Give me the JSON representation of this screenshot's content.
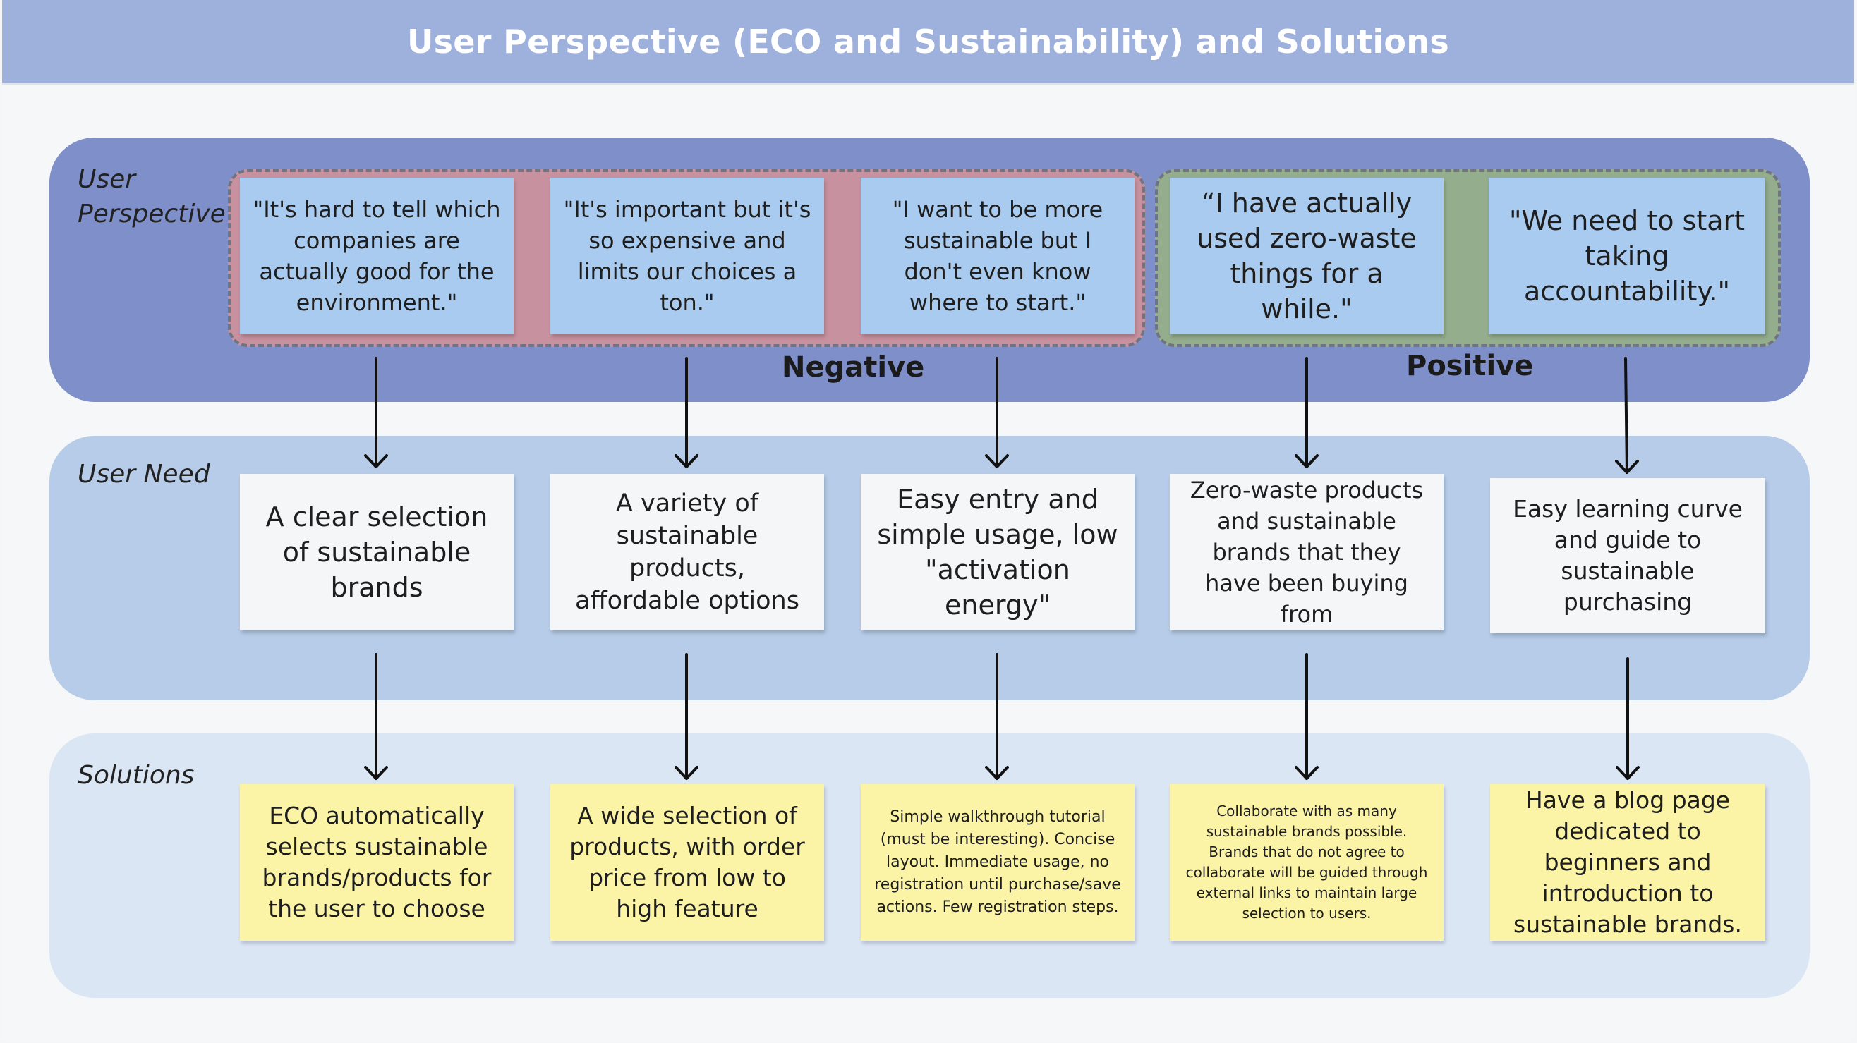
{
  "header": {
    "title": "User Perspective (ECO and Sustainability) and Solutions"
  },
  "bands": {
    "perspective": "User Perspective",
    "need": "User Need",
    "solutions": "Solutions"
  },
  "groups": {
    "negative": "Negative",
    "positive": "Positive"
  },
  "perspectives": [
    "\"It's hard to tell which companies are actually good for the environment.\"",
    "\"It's important but it's so expensive and limits our choices a ton.\"",
    "\"I want to be more sustainable but I don't even know where to start.\"",
    "“I have actually used zero-waste things for a while.\"",
    "\"We need to start taking accountability.\""
  ],
  "needs": [
    "A clear selection of sustainable brands",
    "A variety of sustainable products, affordable options",
    "Easy entry and simple usage, low \"activation energy\"",
    "Zero-waste products and sustainable brands that they have been buying from",
    "Easy learning curve and guide to sustainable purchasing"
  ],
  "solutions": [
    "ECO automatically selects sustainable brands/products for the user to choose",
    "A wide selection of products, with order price from low to high feature",
    "Simple walkthrough tutorial (must be interesting). Concise layout. Immediate usage, no registration until purchase/save actions. Few registration steps.",
    "Collaborate with as many sustainable brands possible. Brands that do not agree to collaborate will be guided through external links to maintain large selection to users.",
    "Have a blog page dedicated to beginners and introduction to sustainable brands."
  ],
  "colors": {
    "header": "#9eb0dc",
    "perspective_band": "#7e8fca",
    "need_band": "#b7cce9",
    "solutions_band": "#dbe6f5",
    "negative_group": "#c8919f",
    "positive_group": "#93ad8d",
    "perspective_note": "#a9cbef",
    "need_note": "#f4f6f8",
    "solution_note": "#fbf4a6"
  }
}
